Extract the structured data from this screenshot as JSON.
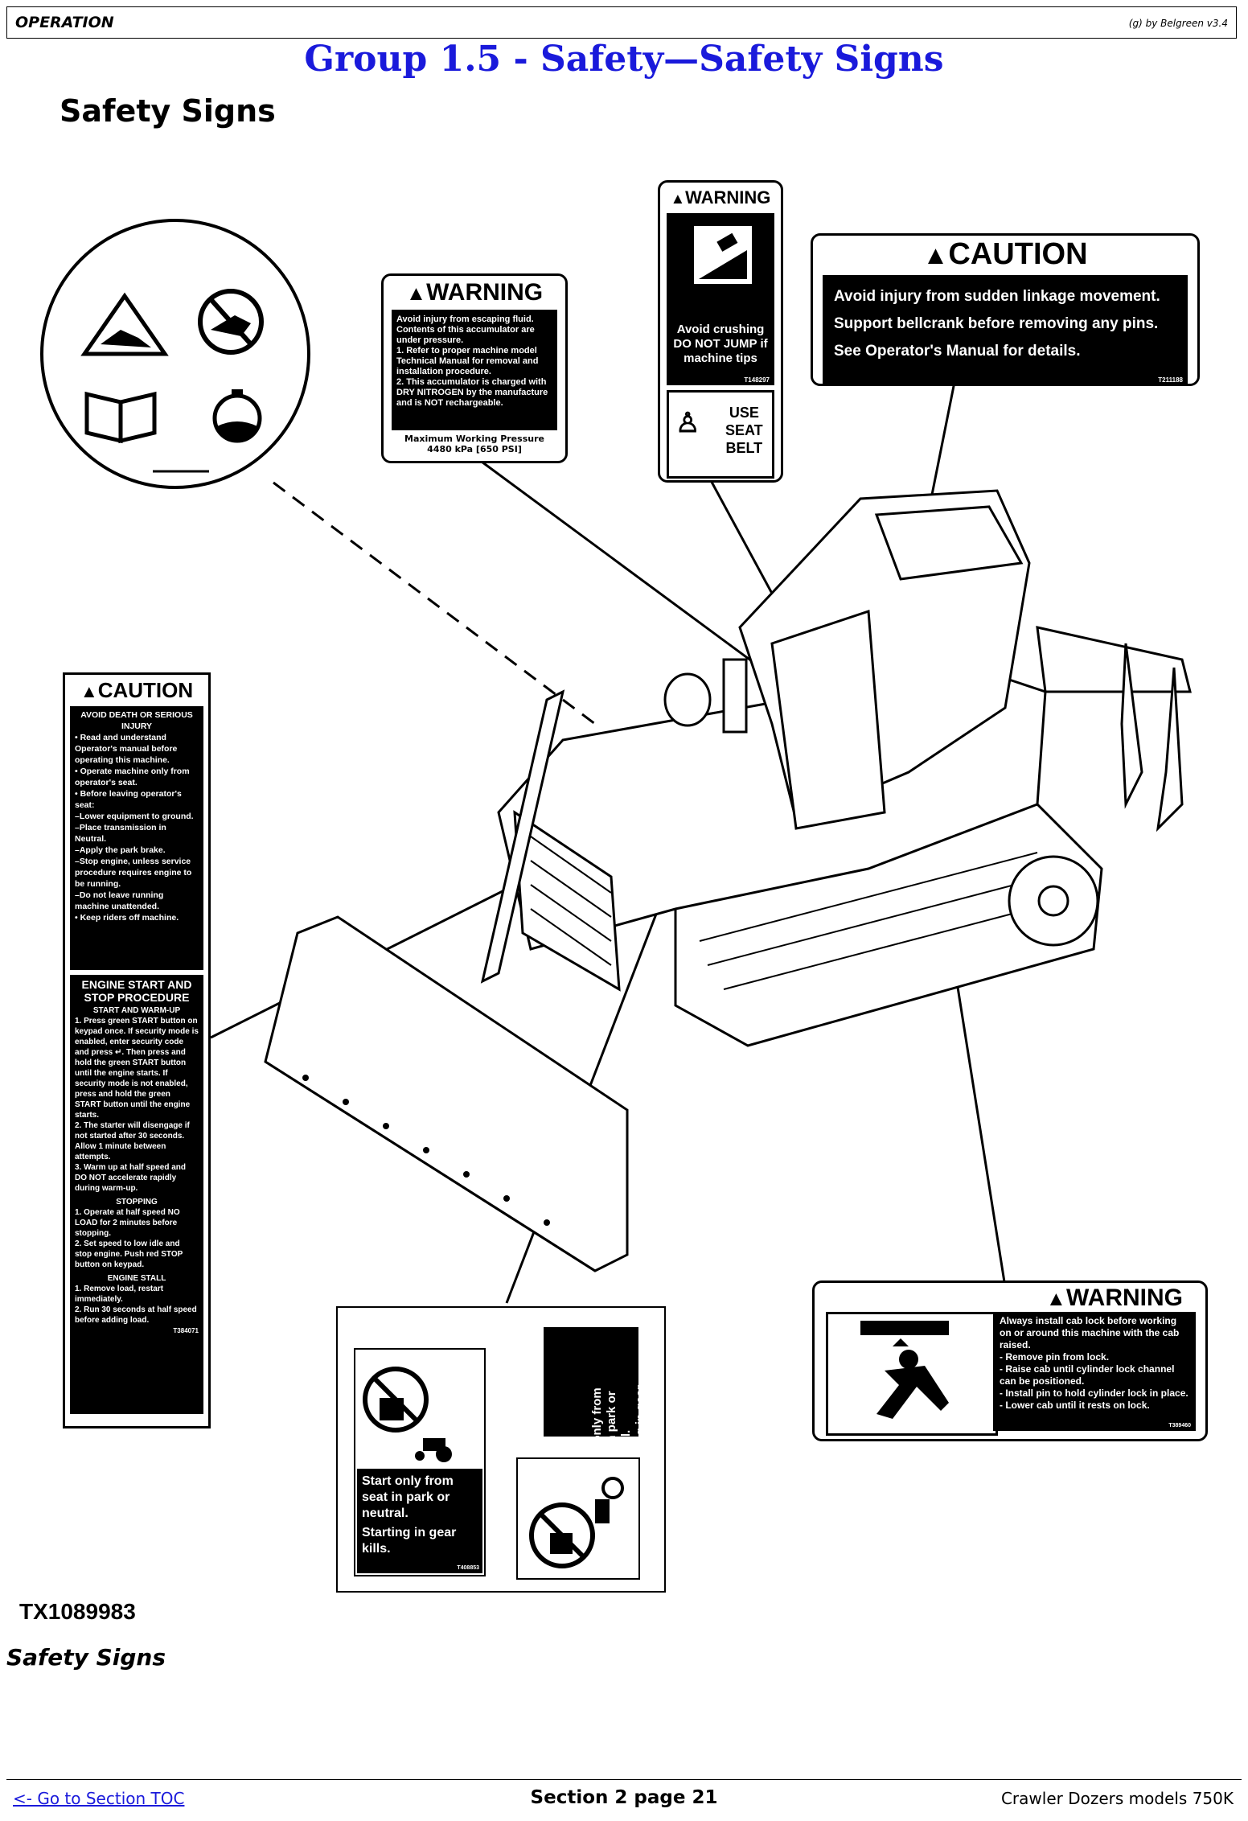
{
  "header": {
    "section": "OPERATION",
    "credit": "(g) by Belgreen v3.4"
  },
  "title": "Group 1.5 - Safety—Safety Signs",
  "heading": "Safety Signs",
  "signs": {
    "accumulator_warning": {
      "word": "WARNING",
      "lines": [
        "Avoid injury from escaping fluid. Contents of this accumulator are under pressure.",
        "1. Refer to proper machine model Technical Manual for removal and installation procedure.",
        "2. This accumulator is charged with DRY NITROGEN by the manufacture and is NOT rechargeable."
      ],
      "pressure": "Maximum Working Pressure 4480 kPa [650 PSI]"
    },
    "crush_warning": {
      "word": "WARNING",
      "text": "Avoid crushing DO NOT JUMP if machine tips",
      "code": "T148297",
      "belt": [
        "USE",
        "SEAT",
        "BELT"
      ]
    },
    "linkage_caution": {
      "word": "CAUTION",
      "lines": [
        "Avoid injury from sudden linkage movement.",
        "Support bellcrank before removing any pins.",
        "See Operator's Manual for details."
      ],
      "code": "T211188"
    },
    "operator_caution": {
      "word": "CAUTION",
      "title": "AVOID DEATH OR SERIOUS INJURY",
      "items": [
        "• Read and understand Operator's manual before operating this machine.",
        "• Operate machine only from operator's seat.",
        "• Before leaving operator's seat:",
        "–Lower equipment to ground.",
        "–Place transmission in Neutral.",
        "–Apply the park brake.",
        "–Stop engine, unless service procedure requires engine to be running.",
        "–Do not leave running machine unattended.",
        "• Keep riders off machine."
      ],
      "engine_title": "ENGINE START AND STOP PROCEDURE",
      "start_title": "START AND WARM-UP",
      "start_items": [
        "1. Press green START button on keypad once. If security mode is enabled, enter security code and press ↵. Then press and hold the green START button until the engine starts. If security mode is not enabled, press and hold the green START button until the engine starts.",
        "2. The starter will disengage if not started after 30 seconds. Allow 1 minute between attempts.",
        "3. Warm up at half speed and DO NOT accelerate rapidly during warm-up."
      ],
      "stop_title": "STOPPING",
      "stop_items": [
        "1. Operate at half speed NO LOAD for 2 minutes before stopping.",
        "2. Set speed to low idle and stop engine. Push red STOP button on keypad."
      ],
      "stall_title": "ENGINE STALL",
      "stall_items": [
        "1. Remove load, restart immediately.",
        "2. Run 30 seconds at half speed before adding load."
      ],
      "code": "T384071"
    },
    "start_signs": {
      "text_a": "Start only from seat in park or neutral.",
      "text_b": "Starting in gear kills.",
      "code": "T408853"
    },
    "cab_warning": {
      "word": "WARNING",
      "lines": [
        "Always install cab lock before working on or around this machine with the cab raised.",
        "- Remove pin from lock.",
        "- Raise cab until cylinder lock channel can be positioned.",
        "- Install pin to hold cylinder lock in place.",
        "- Lower cab until it rests on lock."
      ],
      "code": "T389460"
    }
  },
  "figure_id": "TX1089983",
  "caption": "Safety Signs",
  "footer": {
    "link": "<- Go to Section TOC",
    "page": "Section 2 page 21",
    "model": "Crawler Dozers models 750K"
  }
}
